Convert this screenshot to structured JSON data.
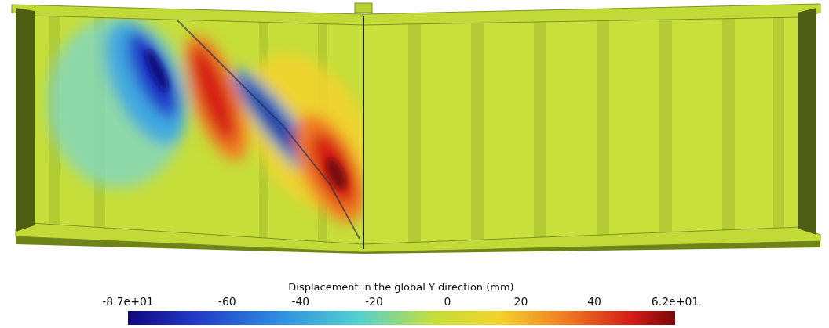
{
  "diagram": {
    "labels": [
      "Displacement in the global Y direction (mm)",
      "-8.7e+01",
      "-60",
      "-40",
      "-20",
      "0",
      "20",
      "40",
      "6.2e+01"
    ]
  }
}
